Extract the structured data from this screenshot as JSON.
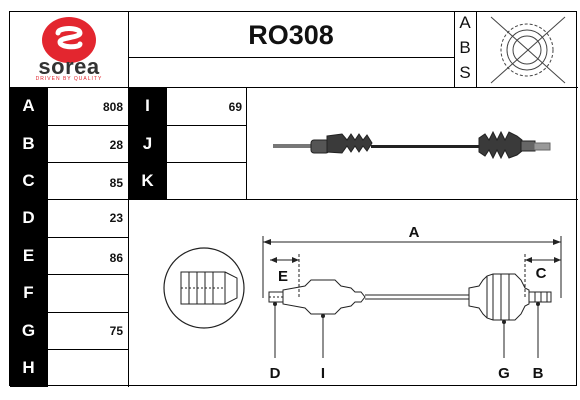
{
  "brand": {
    "name": "sorea",
    "tagline": "DRIVEN BY QUALITY",
    "colors": {
      "red": "#e3262f",
      "dark": "#333333"
    }
  },
  "part_number": "RO308",
  "header_side_letters": [
    "A",
    "B",
    "S"
  ],
  "specs": [
    {
      "letter": "A",
      "value": "808"
    },
    {
      "letter": "B",
      "value": "28"
    },
    {
      "letter": "C",
      "value": "85"
    },
    {
      "letter": "D",
      "value": "23"
    },
    {
      "letter": "E",
      "value": "86"
    },
    {
      "letter": "F",
      "value": ""
    },
    {
      "letter": "G",
      "value": "75"
    },
    {
      "letter": "H",
      "value": ""
    }
  ],
  "extra_specs": [
    {
      "letter": "I",
      "value": "69"
    },
    {
      "letter": "J",
      "value": ""
    },
    {
      "letter": "K",
      "value": ""
    }
  ],
  "diagram_labels": {
    "A": "A",
    "B": "B",
    "C": "C",
    "D": "D",
    "E": "E",
    "G": "G",
    "I": "I"
  }
}
